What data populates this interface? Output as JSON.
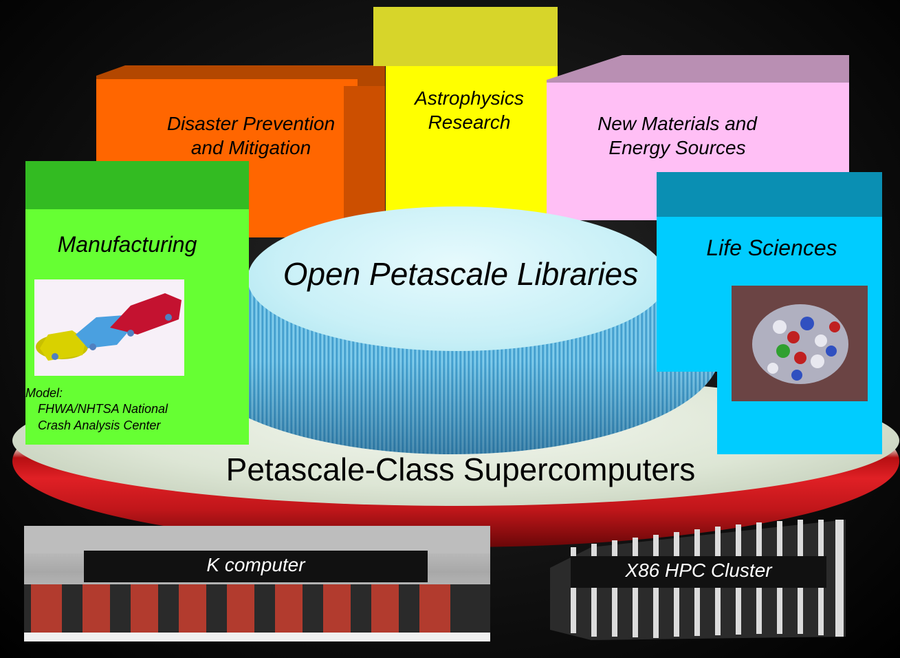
{
  "boxes": {
    "disaster": "Disaster Prevention\nand Mitigation",
    "astrophysics": "Astrophysics\nResearch",
    "materials": "New Materials and\nEnergy Sources",
    "manufacturing": "Manufacturing",
    "life": "Life Sciences"
  },
  "libraries": "Open Petascale Libraries",
  "supercomputers": "Petascale-Class Supercomputers",
  "caption": {
    "model": "Model:",
    "line1": "FHWA/NHTSA National",
    "line2": "Crash Analysis Center"
  },
  "machines": {
    "k": "K computer",
    "x86": "X86 HPC Cluster"
  },
  "colors": {
    "orange": "#ff6600",
    "yellow": "#ffff00",
    "pink": "#ffbff5",
    "green": "#66ff33",
    "cyan": "#00ccff"
  }
}
